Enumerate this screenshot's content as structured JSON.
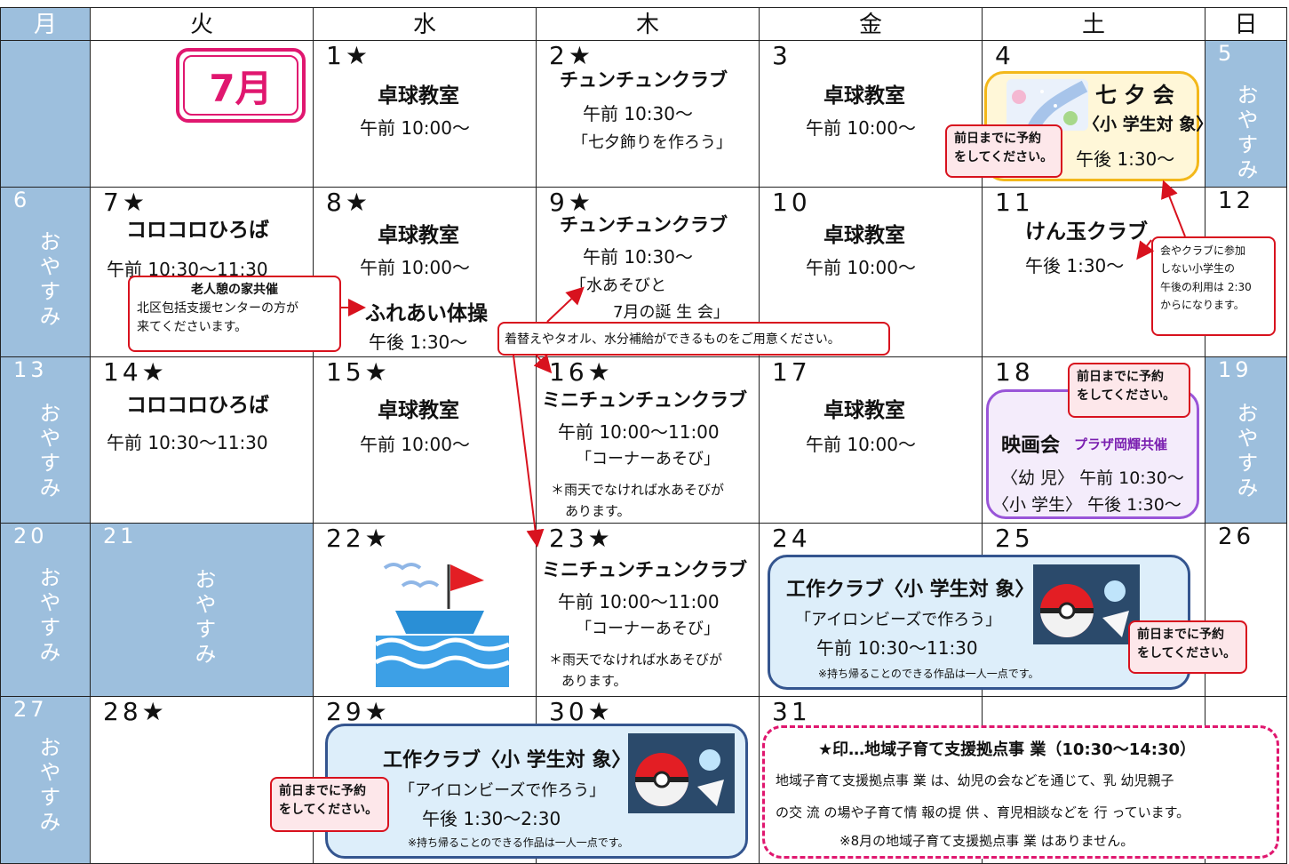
{
  "weekdays": [
    "月",
    "火",
    "水",
    "木",
    "金",
    "土",
    "日"
  ],
  "month_badge": "7月",
  "rest_label": "おやすみ",
  "row1": {
    "d1": "1★",
    "d1_title": "卓球教室",
    "d1_time": "午前 10:00～",
    "d2": "2★",
    "d2_title": "チュンチュンクラブ",
    "d2_time": "午前 10:30～",
    "d2_note": "「七夕飾りを作ろう」",
    "d3": "3",
    "d3_title": "卓球教室",
    "d3_time": "午前 10:00～",
    "d4": "4",
    "d4_title": "七 夕 会",
    "d4_sub": "〈小 学生対 象〉",
    "d4_time": "午後 1:30～",
    "d5": "5"
  },
  "row2": {
    "d6": "6",
    "d7": "7★",
    "d7_title": "コロコロひろば",
    "d7_time": "午前 10:30～11:30",
    "d8": "8★",
    "d8_title": "卓球教室",
    "d8_time": "午前 10:00～",
    "d8_title2": "ふれあい体操",
    "d8_time2": "午後 1:30～",
    "d9": "9★",
    "d9_title": "チュンチュンクラブ",
    "d9_time": "午前 10:30～",
    "d9_note1": "「水あそびと",
    "d9_note2": "7月の誕 生 会」",
    "d10": "10",
    "d10_title": "卓球教室",
    "d10_time": "午前 10:00～",
    "d11": "11",
    "d11_title": "けん玉クラブ",
    "d11_time": "午後 1:30～",
    "d12": "12"
  },
  "row3": {
    "d13": "13",
    "d14": "14★",
    "d14_title": "コロコロひろば",
    "d14_time": "午前 10:30～11:30",
    "d15": "15★",
    "d15_title": "卓球教室",
    "d15_time": "午前 10:00～",
    "d16": "16★",
    "d16_title": "ミニチュンチュンクラブ",
    "d16_time": "午前 10:00～11:00",
    "d16_note": "「コーナーあそび」",
    "d16_rain1": "＊雨天でなければ水あそびが",
    "d16_rain2": "あります。",
    "d17": "17",
    "d17_title": "卓球教室",
    "d17_time": "午前 10:00～",
    "d18": "18",
    "d18_title": "映画会",
    "d18_sub": "プラザ岡輝共催",
    "d18_l1": "〈幼 児〉 午前 10:30～",
    "d18_l2": "〈小 学生〉 午後  1:30～",
    "d19": "19"
  },
  "row4": {
    "d20": "20",
    "d21": "21",
    "d22": "22★",
    "d23": "23★",
    "d23_title": "ミニチュンチュンクラブ",
    "d23_time": "午前 10:00～11:00",
    "d23_note": "「コーナーあそび」",
    "d23_rain1": "＊雨天でなければ水あそびが",
    "d23_rain2": "あります。",
    "d24": "24",
    "d25": "25",
    "d26": "26",
    "craft_title": "工作クラブ〈小 学生対 象〉",
    "craft_note": "「アイロンビーズで作ろう」",
    "craft_time": "午前 10:30～11:30",
    "craft_foot": "※持ち帰ることのできる作品は一人一点です。"
  },
  "row5": {
    "d27": "27",
    "d28": "28★",
    "d29": "29★",
    "d30": "30★",
    "d31": "31",
    "craft_title": "工作クラブ〈小 学生対 象〉",
    "craft_note": "「アイロンビーズで作ろう」",
    "craft_time": "午後 1:30～2:30",
    "craft_foot": "※持ち帰ることのできる作品は一人一点です。",
    "info_title": "★印…地域子育て支援拠点事 業（10:30～14:30）",
    "info_l1": "地域子育て支援拠点事 業 は、幼児の会などを通じて、乳 幼児親子",
    "info_l2": "の交 流 の場や子育て情 報の提 供 、育児相談などを 行 っています。",
    "info_l3": "※8月の地域子育て支援拠点事 業 はありません。"
  },
  "notes": {
    "reserve1": "前日までに予約",
    "reserve2": "をしてください。",
    "elder_title": "老人憩の家共催",
    "elder_l1": "北区包括支援センターの方が",
    "elder_l2": "来てくださいます。",
    "towel": "着替えやタオル、水分補給ができるものをご用意ください。",
    "club1": "会やクラブに参加",
    "club2": "しない小学生の",
    "club3": "午後の利用は 2:30",
    "club4": "からになります。"
  },
  "colors": {
    "rest": "#9dbfdd",
    "accent": "#d8121e",
    "badge": "#e0176f",
    "craft": "#ddeefa",
    "craft_border": "#34558f",
    "tanabata": "#fff7d8",
    "tanabata_border": "#f3b81b",
    "movie": "#f4ecfb",
    "movie_border": "#9955d8",
    "info_border": "#e0176f"
  }
}
